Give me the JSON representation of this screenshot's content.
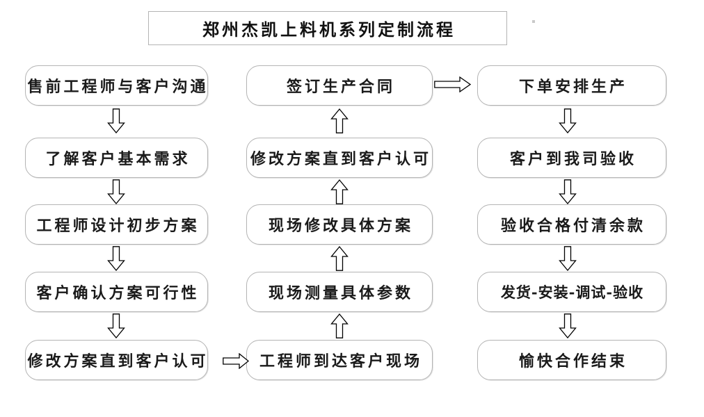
{
  "title": "郑州杰凯上料机系列定制流程",
  "columns": {
    "left": [
      "售前工程师与客户沟通",
      "了解客户基本需求",
      "工程师设计初步方案",
      "客户确认方案可行性",
      "修改方案直到客户认可"
    ],
    "middle": [
      "签订生产合同",
      "修改方案直到客户认可",
      "现场修改具体方案",
      "现场测量具体参数",
      "工程师到达客户现场"
    ],
    "right": [
      "下单安排生产",
      "客户到我司验收",
      "验收合格付清余款",
      "发货-安装-调试-验收",
      "愉快合作结束"
    ]
  },
  "flow_direction": {
    "left_column": "top-to-bottom",
    "middle_column": "bottom-to-top",
    "right_column": "top-to-bottom",
    "left_to_middle": "bottom row, rightward",
    "middle_to_right": "top row, rightward"
  },
  "icons": {
    "down_arrow": "hollow-block-arrow-down",
    "up_arrow": "hollow-block-arrow-up",
    "right_arrow": "hollow-block-arrow-right"
  },
  "colors": {
    "background": "#ffffff",
    "box_border": "#b4b4b4",
    "arrow_outline": "#000000",
    "text": "#1a1a1a"
  }
}
